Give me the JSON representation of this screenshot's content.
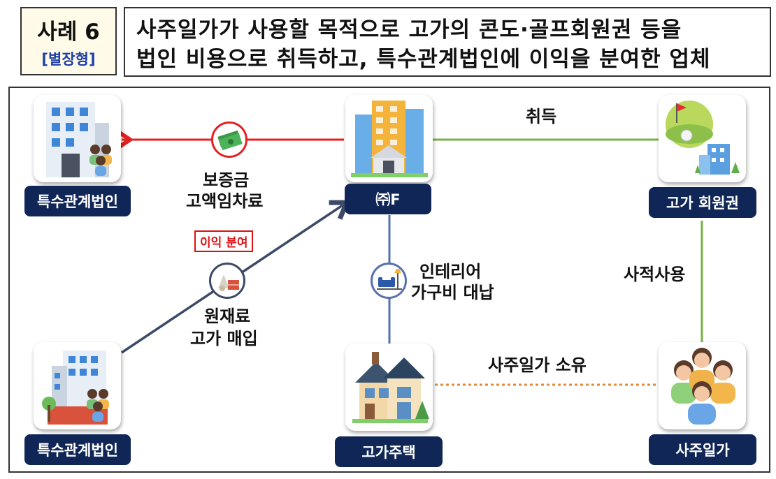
{
  "header": {
    "case_title": "사례 6",
    "case_sub": "[별장형]",
    "title_line1": "사주일가가 사용할 목적으로 고가의 콘도·골프회원권 등을",
    "title_line2": "법인 비용으로 취득하고, 특수관계법인에 이익을 분여한 업체"
  },
  "nodes": {
    "related_top": "특수관계법인",
    "company": "㈜F",
    "membership": "고가 회원권",
    "related_bottom": "특수관계법인",
    "house": "고가주택",
    "family": "사주일가"
  },
  "edges": {
    "deposit": "보증금",
    "rent": "고액임차료",
    "profit_badge": "이익 분여",
    "material": "원재료",
    "purchase": "고가 매입",
    "acquire": "취득",
    "interior1": "인테리어",
    "interior2": "가구비 대납",
    "private_use": "사적사용",
    "ownership": "사주일가 소유"
  },
  "colors": {
    "red": "#e52020",
    "green": "#77b04a",
    "blue": "#5670b0",
    "slate": "#3d4a66",
    "orange": "#e08a3a",
    "navy": "#0f2656"
  }
}
